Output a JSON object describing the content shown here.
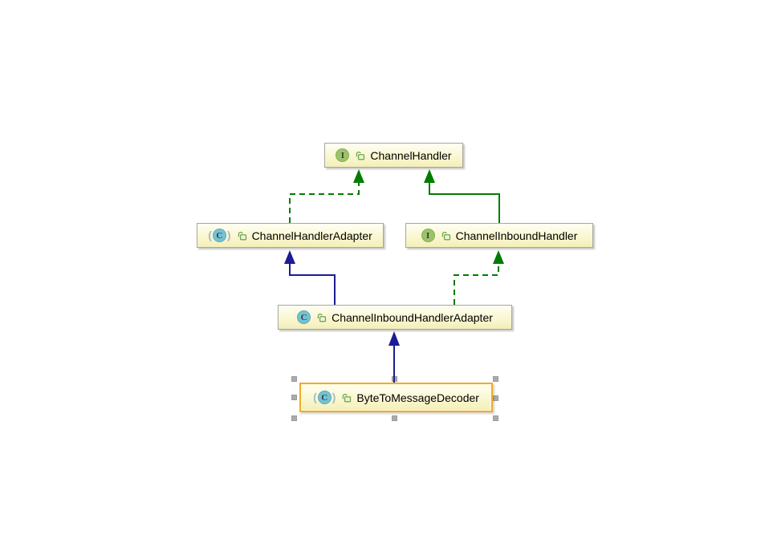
{
  "colors": {
    "background": "#FFFFFF",
    "node_border": "#A6A6A6",
    "node_fill_top": "#FFFEF2",
    "node_fill_bottom": "#F3EFB8",
    "selected_node_border": "#F0AC27",
    "selection_handle": "#ABABAB",
    "interface_icon": "#9CC36A",
    "class_icon": "#74C3D3",
    "visibility_lock": "#73A648",
    "class_extends_arrow": "#1C1C94",
    "interface_arrow": "#007C00",
    "label_text": "#000000"
  },
  "diagram": {
    "nodes": [
      {
        "label": "ChannelHandler",
        "type": "interface",
        "icon_letter": "I",
        "visibility": "public"
      },
      {
        "label": "ChannelHandlerAdapter",
        "type": "abstract class",
        "icon_letter": "C",
        "paren_open": "(",
        "paren_close": ")",
        "visibility": "public"
      },
      {
        "label": "ChannelInboundHandler",
        "type": "interface",
        "icon_letter": "I",
        "visibility": "public"
      },
      {
        "label": "ChannelInboundHandlerAdapter",
        "type": "class",
        "icon_letter": "C",
        "visibility": "public"
      },
      {
        "label": "ByteToMessageDecoder",
        "type": "abstract class",
        "icon_letter": "C",
        "paren_open": "(",
        "paren_close": ")",
        "visibility": "public",
        "selected": true
      }
    ],
    "edges": [
      {
        "from": "ChannelHandlerAdapter",
        "to": "ChannelHandler",
        "relation": "implements",
        "line": "dashed",
        "color": "#007C00"
      },
      {
        "from": "ChannelInboundHandler",
        "to": "ChannelHandler",
        "relation": "extends",
        "line": "solid",
        "color": "#007C00"
      },
      {
        "from": "ChannelInboundHandlerAdapter",
        "to": "ChannelHandlerAdapter",
        "relation": "extends",
        "line": "solid",
        "color": "#1C1C94"
      },
      {
        "from": "ChannelInboundHandlerAdapter",
        "to": "ChannelInboundHandler",
        "relation": "implements",
        "line": "dashed",
        "color": "#007C00"
      },
      {
        "from": "ByteToMessageDecoder",
        "to": "ChannelInboundHandlerAdapter",
        "relation": "extends",
        "line": "solid",
        "color": "#1C1C94"
      }
    ]
  }
}
